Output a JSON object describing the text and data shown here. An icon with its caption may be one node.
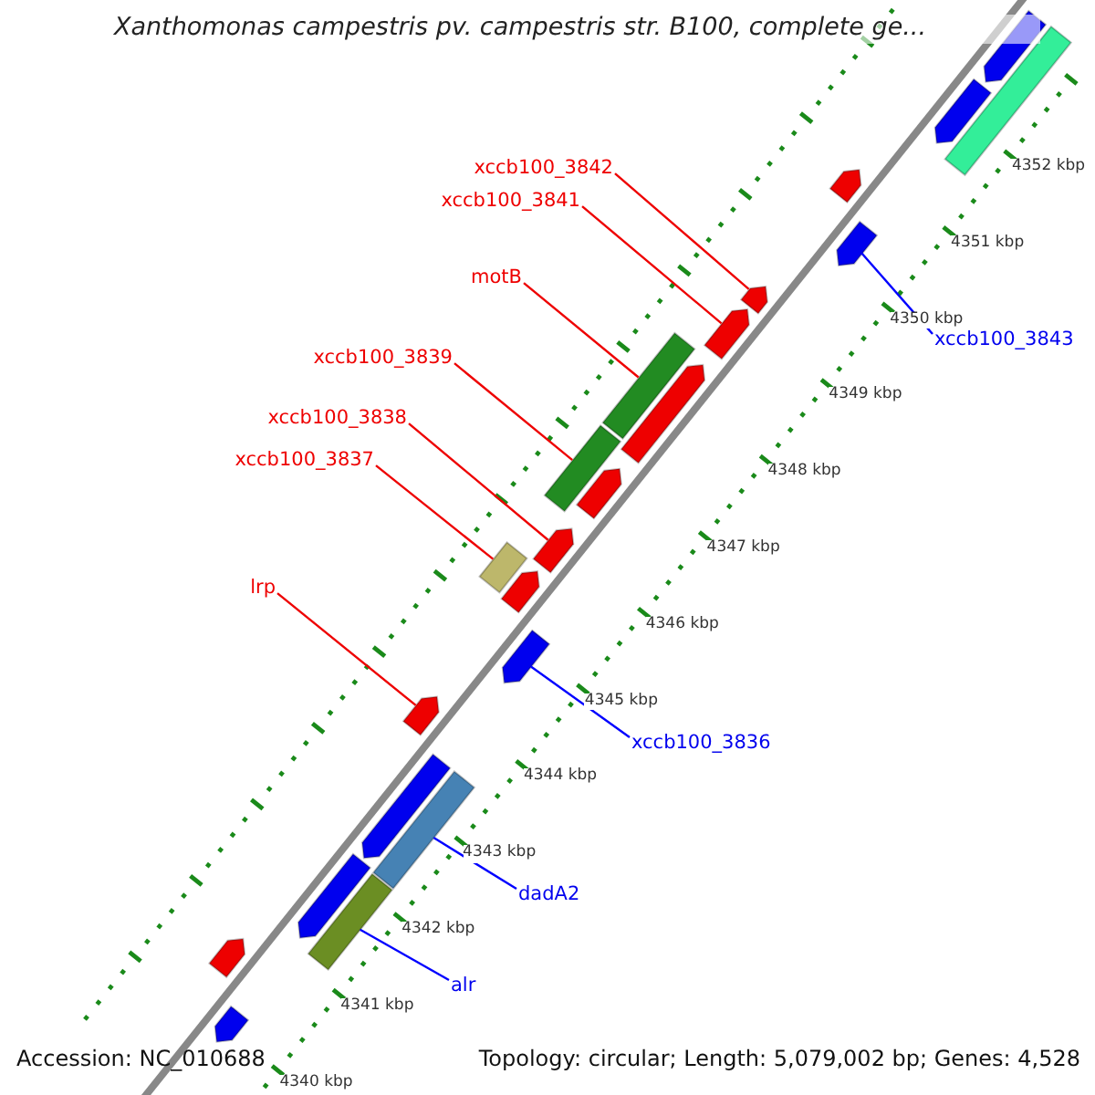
{
  "diagram": {
    "title": "Xanthomonas campestris pv. campestris str. B100, complete ge...",
    "nodes": [
      {
        "text": [
          "xccb100_3842"
        ]
      },
      {
        "text": [
          "xccb100_3841"
        ]
      },
      {
        "text": [
          "motB"
        ]
      },
      {
        "text": [
          "xccb100_3843"
        ]
      },
      {
        "text": [
          "xccb100_3839"
        ]
      },
      {
        "text": [
          "xccb100_3838"
        ]
      },
      {
        "text": [
          "xccb100_3837"
        ]
      },
      {
        "text": [
          "lrp"
        ]
      },
      {
        "text": [
          "xccb100_3836"
        ]
      },
      {
        "text": [
          "dadA2"
        ]
      },
      {
        "text": [
          "alr"
        ]
      },
      {
        "text": [],
        "shape": "bar"
      },
      {
        "text": [],
        "shape": "pentagon"
      },
      {
        "text": [],
        "shape": "pentagon"
      },
      {
        "text": [],
        "shape": "pentagon"
      },
      {
        "text": [],
        "shape": "pentagon"
      },
      {
        "text": [],
        "shape": "pentagon"
      },
      {
        "text": [],
        "shape": "pentagon"
      },
      {
        "text": [],
        "shape": "bar"
      },
      {
        "text": [],
        "shape": "pentagon"
      },
      {
        "text": [],
        "shape": "bar"
      },
      {
        "text": [],
        "shape": "pentagon"
      },
      {
        "text": [],
        "shape": "pentagon"
      },
      {
        "text": [],
        "shape": "bar"
      },
      {
        "text": [],
        "shape": "pentagon"
      },
      {
        "text": [],
        "shape": "pentagon"
      },
      {
        "text": [],
        "shape": "pentagon"
      },
      {
        "text": [],
        "shape": "pentagon"
      },
      {
        "text": [],
        "shape": "bar"
      },
      {
        "text": [],
        "shape": "pentagon"
      },
      {
        "text": [],
        "shape": "bar"
      },
      {
        "text": [],
        "shape": "pentagon"
      },
      {
        "text": [],
        "shape": "pentagon"
      }
    ],
    "edges": [
      {
        "from": 0,
        "to": 16,
        "arrow": "none"
      },
      {
        "from": 1,
        "to": 17,
        "arrow": "none"
      },
      {
        "from": 2,
        "to": 18,
        "arrow": "none"
      },
      {
        "from": 3,
        "to": 15,
        "arrow": "none",
        "color": "#0000ff"
      },
      {
        "from": 4,
        "to": 20,
        "arrow": "none"
      },
      {
        "from": 5,
        "to": 22,
        "arrow": "none"
      },
      {
        "from": 6,
        "to": 23,
        "arrow": "none"
      },
      {
        "from": 7,
        "to": 26,
        "arrow": "none"
      },
      {
        "from": 8,
        "to": 25,
        "arrow": "none",
        "color": "#0000ff"
      },
      {
        "from": 9,
        "to": 28,
        "arrow": "none",
        "color": "#0000ff"
      },
      {
        "from": 10,
        "to": 30,
        "arrow": "none",
        "color": "#0000ff"
      }
    ],
    "labels": [
      "4352 kbp",
      "4351 kbp",
      "4350 kbp",
      "4349 kbp",
      "4348 kbp",
      "4347 kbp",
      "4346 kbp",
      "4345 kbp",
      "4344 kbp",
      "4343 kbp",
      "4342 kbp",
      "4341 kbp",
      "4340 kbp",
      "Accession: NC_010688",
      "Topology: circular; Length: 5,079,002 bp; Genes: 4,528"
    ]
  }
}
